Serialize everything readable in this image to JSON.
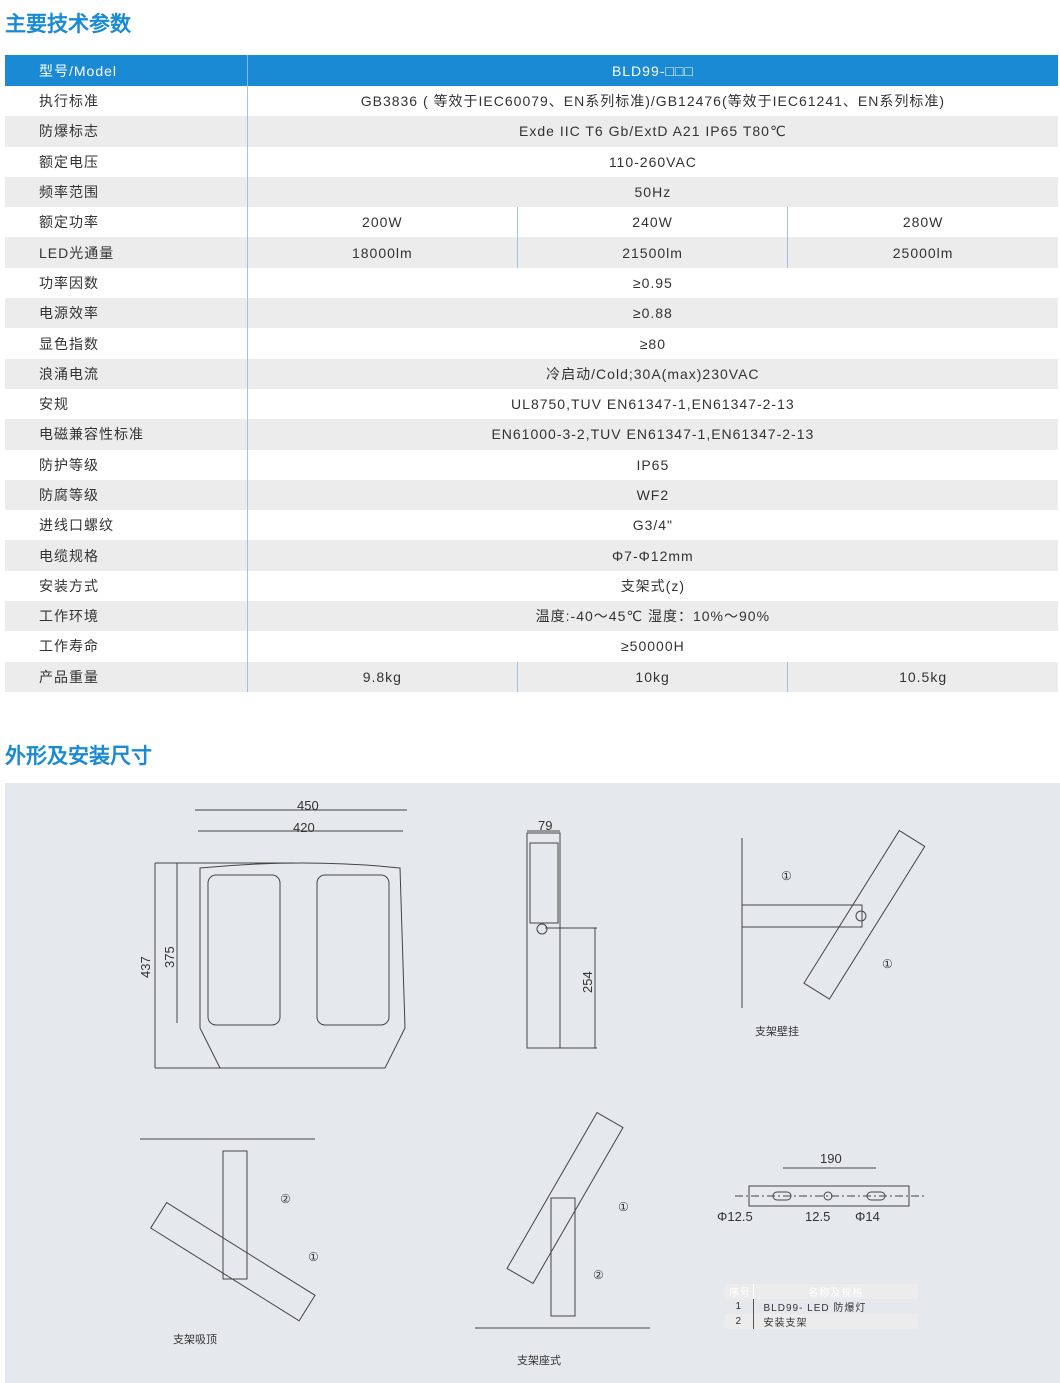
{
  "section1_title": "主要技术参数",
  "section2_title": "外形及安装尺寸",
  "spec_table": {
    "header": {
      "label": "型号/Model",
      "value": "BLD99-□□□"
    },
    "rows": [
      {
        "label": "执行标准",
        "values": [
          "GB3836 ( 等效于IEC60079、EN系列标准)/GB12476(等效于IEC61241、EN系列标准)"
        ]
      },
      {
        "label": "防爆标志",
        "values": [
          "Exde IIC T6 Gb/ExtD A21 IP65 T80℃"
        ]
      },
      {
        "label": "额定电压",
        "values": [
          "110-260VAC"
        ]
      },
      {
        "label": "频率范围",
        "values": [
          "50Hz"
        ]
      },
      {
        "label": "额定功率",
        "values": [
          "200W",
          "240W",
          "280W"
        ]
      },
      {
        "label": "LED光通量",
        "values": [
          "18000lm",
          "21500lm",
          "25000lm"
        ]
      },
      {
        "label": "功率因数",
        "values": [
          "≥0.95"
        ]
      },
      {
        "label": "电源效率",
        "values": [
          "≥0.88"
        ]
      },
      {
        "label": "显色指数",
        "values": [
          "≥80"
        ]
      },
      {
        "label": "浪涌电流",
        "values": [
          "冷启动/Cold;30A(max)230VAC"
        ]
      },
      {
        "label": "安规",
        "values": [
          "UL8750,TUV EN61347-1,EN61347-2-13"
        ]
      },
      {
        "label": "电磁兼容性标准",
        "values": [
          "EN61000-3-2,TUV EN61347-1,EN61347-2-13"
        ]
      },
      {
        "label": "防护等级",
        "values": [
          "IP65"
        ]
      },
      {
        "label": "防腐等级",
        "values": [
          "WF2"
        ]
      },
      {
        "label": "进线口螺纹",
        "values": [
          "G3/4\""
        ]
      },
      {
        "label": "电缆规格",
        "values": [
          "Φ7-Φ12mm"
        ]
      },
      {
        "label": "安装方式",
        "values": [
          "支架式(z)"
        ]
      },
      {
        "label": "工作环境",
        "values": [
          "温度:-40～45℃ 湿度：10%～90%"
        ]
      },
      {
        "label": "工作寿命",
        "values": [
          "≥50000H"
        ]
      },
      {
        "label": "产品重量",
        "values": [
          "9.8kg",
          "10kg",
          "10.5kg"
        ]
      }
    ]
  },
  "drawings": {
    "front_dims": [
      "450",
      "420",
      "437",
      "375"
    ],
    "side_dims": [
      "79",
      "254"
    ],
    "wall_caption": "支架壁挂",
    "ceiling_caption": "支架吸顶",
    "floor_caption": "支架座式",
    "callouts": [
      "①",
      "②"
    ],
    "bracket_dims": [
      "190",
      "Φ12.5",
      "12.5",
      "Φ14"
    ]
  },
  "parts_table": {
    "headers": [
      "序号",
      "名称及规格"
    ],
    "rows": [
      [
        "1",
        "BLD99- LED 防爆灯"
      ],
      [
        "2",
        "安装支架"
      ]
    ]
  }
}
